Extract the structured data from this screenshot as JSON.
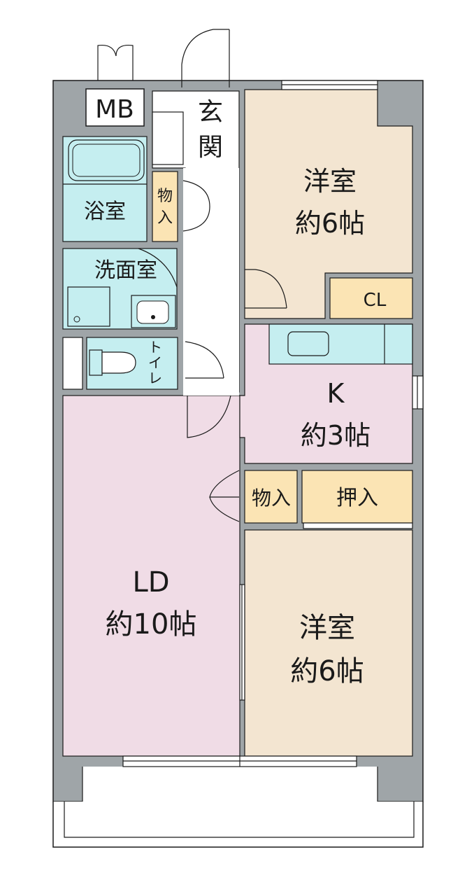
{
  "rooms": {
    "mb": "MB",
    "entrance": [
      "玄",
      "関"
    ],
    "western_room_1": {
      "name": "洋室",
      "size": "約6帖"
    },
    "closet": "CL",
    "storage_1": [
      "物",
      "入"
    ],
    "bathroom": "浴室",
    "washroom": "洗面室",
    "toilet": [
      "ト",
      "イ",
      "レ"
    ],
    "kitchen": {
      "name": "K",
      "size": "約3帖"
    },
    "storage_2": "物入",
    "oshiire": "押入",
    "ld": {
      "name": "LD",
      "size": "約10帖"
    },
    "western_room_2": {
      "name": "洋室",
      "size": "約6帖"
    }
  },
  "colors": {
    "wall": "#9fa5a8",
    "western_room": "#f3e5d1",
    "ldk": "#f0dce6",
    "storage": "#fbe4b4",
    "wet_area": "#c5eef0",
    "corridor": "#ffffff",
    "line": "#1a1a1a"
  }
}
